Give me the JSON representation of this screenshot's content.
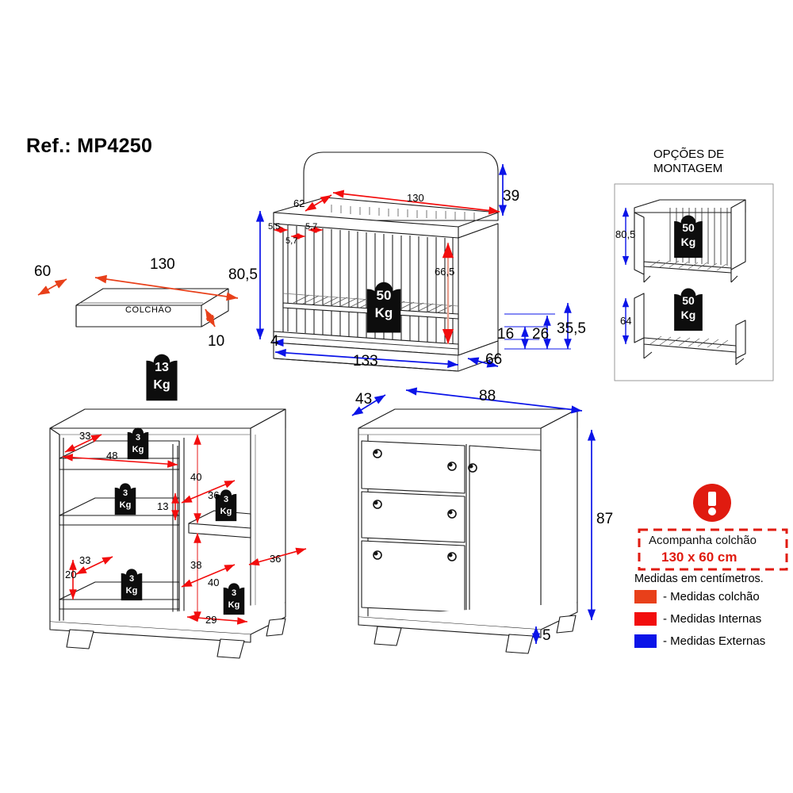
{
  "page": {
    "reference_label": "Ref.: MP4250",
    "background": "#ffffff",
    "units_note": "Medidas em centímetros."
  },
  "colors": {
    "mattress_dim": "#E8401A",
    "internal_dim": "#F20D0D",
    "external_dim": "#0B14E8",
    "outline": "#1a1a1a",
    "warning_red": "#E01B10",
    "weight_tag": "#0d0d0d"
  },
  "mattress": {
    "caption": "COLCHÃO",
    "dims": {
      "depth": "60",
      "width": "130",
      "thickness": "10"
    }
  },
  "crib": {
    "dims": {
      "top_depth": "62",
      "top_width": "130",
      "headboard_height": "39",
      "overall_height": "80,5",
      "slat_gap_a": "5,5",
      "slat_gap_b": "5,7",
      "slat_gap_c": "5,7",
      "inner_height": "66,5",
      "base_thickness": "4",
      "overall_width": "133",
      "overall_depth": "66",
      "base_low": "16",
      "base_mid": "26",
      "base_high": "35,5"
    },
    "load_tag": {
      "value": "50",
      "unit": "Kg"
    }
  },
  "assembly_options": {
    "title_line1": "OPÇÕES DE",
    "title_line2": "MONTAGEM",
    "variants": [
      {
        "name": "crib-mode",
        "height": "80,5",
        "load_value": "50",
        "load_unit": "Kg"
      },
      {
        "name": "daybed-mode",
        "height": "64",
        "load_value": "50",
        "load_unit": "Kg"
      }
    ]
  },
  "dresser_open": {
    "top_load_tag": {
      "value": "13",
      "unit": "Kg"
    },
    "shelf_load_tags": [
      {
        "value": "3",
        "unit": "Kg"
      },
      {
        "value": "3",
        "unit": "Kg"
      },
      {
        "value": "3",
        "unit": "Kg"
      },
      {
        "value": "3",
        "unit": "Kg"
      },
      {
        "value": "3",
        "unit": "Kg"
      }
    ],
    "dims": {
      "left_top_depth": "33",
      "left_top_width": "48",
      "left_mid_height": "13",
      "left_bottom_depth": "33",
      "left_bottom_height": "20",
      "right_upper_height": "40",
      "right_upper_width": "36",
      "right_lower_height": "38",
      "right_lower_width": "40",
      "right_bottom_width": "29",
      "side_depth": "36"
    }
  },
  "dresser_closed": {
    "dims": {
      "depth": "43",
      "width": "88",
      "height": "87",
      "foot_height": "5"
    }
  },
  "legend": {
    "warning_icon": "exclamation-circle-icon",
    "callout_line1": "Acompanha colchão",
    "callout_line2": "130 x 60 cm",
    "units_note": "Medidas em centímetros.",
    "items": [
      {
        "swatch": "#E8401A",
        "label": "- Medidas colchão"
      },
      {
        "swatch": "#F20D0D",
        "label": "- Medidas Internas"
      },
      {
        "swatch": "#0B14E8",
        "label": "- Medidas Externas"
      }
    ]
  }
}
